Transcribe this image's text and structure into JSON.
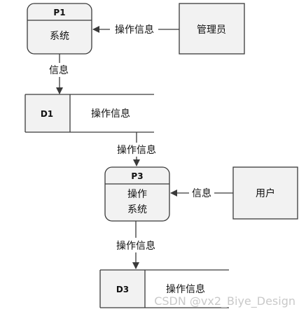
{
  "diagram": {
    "colors": {
      "stroke": "#3a3a3a",
      "fill": "#f2f2f2",
      "text": "#111111",
      "watermark": "#c9c9c9"
    },
    "processes": [
      {
        "id": "P1",
        "lines": [
          "系统"
        ]
      },
      {
        "id": "P3",
        "lines": [
          "操作",
          "系统"
        ]
      }
    ],
    "entities": [
      {
        "label": "管理员"
      },
      {
        "label": "用户"
      }
    ],
    "datastores": [
      {
        "id": "D1",
        "label": "操作信息"
      },
      {
        "id": "D3",
        "label": "操作信息"
      }
    ],
    "flows": [
      {
        "label": "操作信息"
      },
      {
        "label": "信息"
      },
      {
        "label": "操作信息"
      },
      {
        "label": "信息"
      },
      {
        "label": "操作信息"
      }
    ]
  },
  "watermark": "CSDN @vx2_Biye_Design"
}
